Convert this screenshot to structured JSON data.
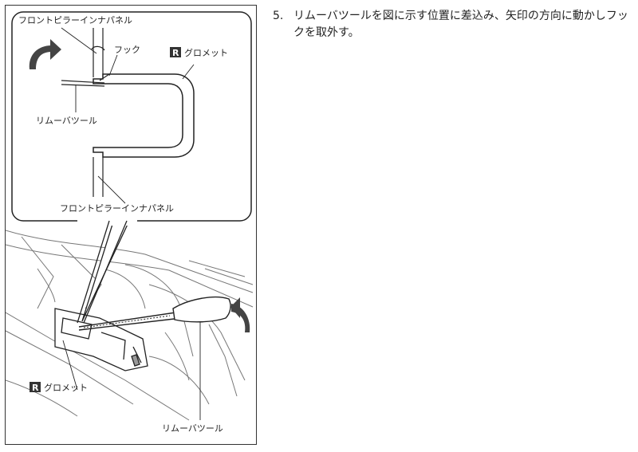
{
  "figure": {
    "callout_top_panel": "フロントピラーインナパネル",
    "callout_hook": "フック",
    "callout_grommet_badge": "R",
    "callout_grommet": "グロメット",
    "callout_tool_top": "リムーバツール",
    "callout_bottom_panel": "フロントピラーインナパネル",
    "callout_grommet_lower_badge": "R",
    "callout_grommet_lower": "グロメット",
    "callout_tool_lower": "リムーバツール"
  },
  "instruction": {
    "step_number": "5.",
    "step_text": "リムーバツールを図に示す位置に差込み、矢印の方向に動かしフックを取外す。"
  }
}
